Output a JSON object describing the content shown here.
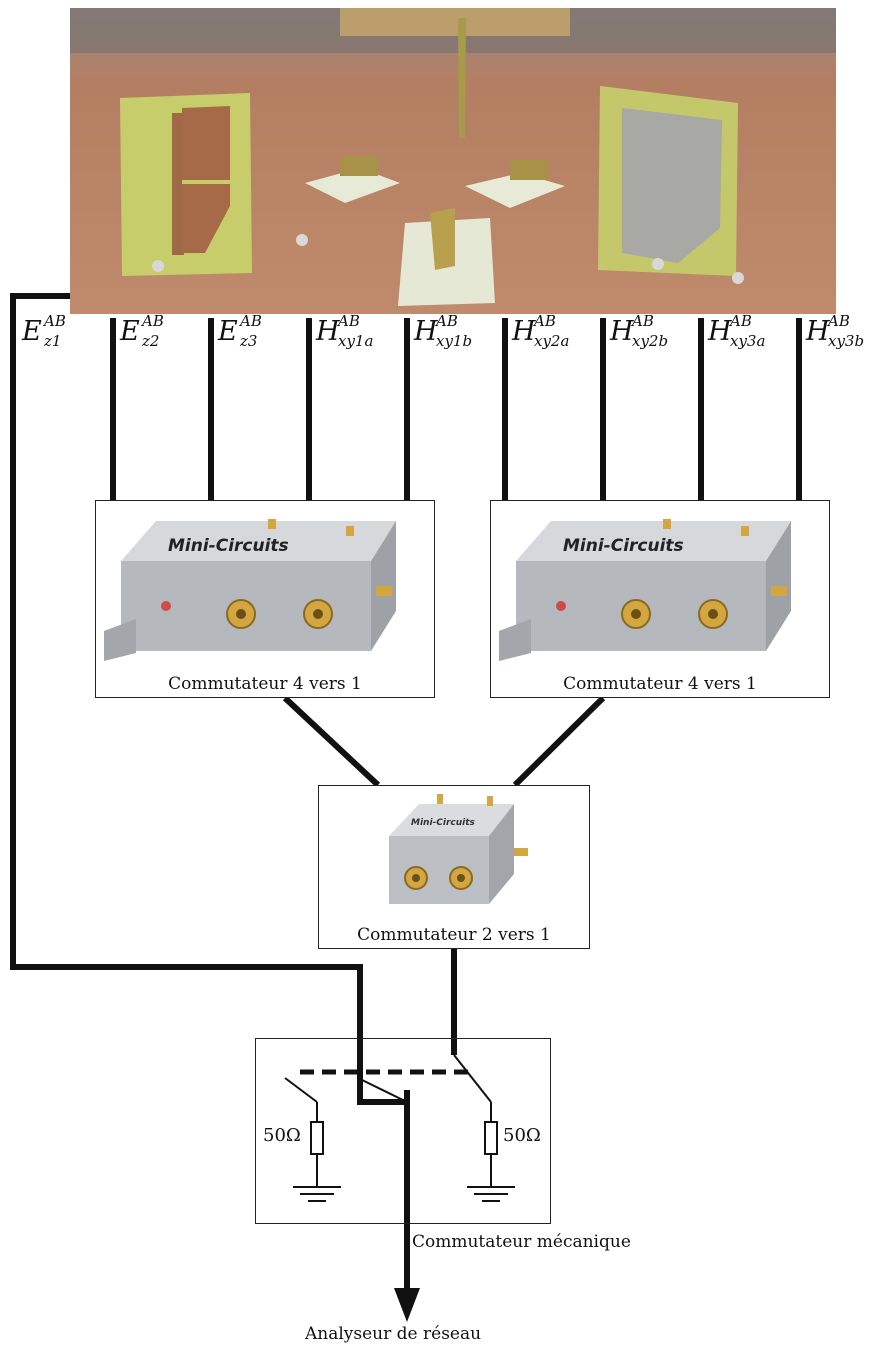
{
  "probes": [
    {
      "letter": "E",
      "sup": "AB",
      "sub": "z1"
    },
    {
      "letter": "E",
      "sup": "AB",
      "sub": "z2"
    },
    {
      "letter": "E",
      "sup": "AB",
      "sub": "z3"
    },
    {
      "letter": "H",
      "sup": "AB",
      "sub": "xy1a"
    },
    {
      "letter": "H",
      "sup": "AB",
      "sub": "xy1b"
    },
    {
      "letter": "H",
      "sup": "AB",
      "sub": "xy2a"
    },
    {
      "letter": "H",
      "sup": "AB",
      "sub": "xy2b"
    },
    {
      "letter": "H",
      "sup": "AB",
      "sub": "xy3a"
    },
    {
      "letter": "H",
      "sup": "AB",
      "sub": "xy3b"
    }
  ],
  "switch4a": {
    "label": "Commutateur 4 vers 1",
    "brand": "Mini-Circuits"
  },
  "switch4b": {
    "label": "Commutateur 4 vers 1",
    "brand": "Mini-Circuits"
  },
  "switch2": {
    "label": "Commutateur 2 vers 1",
    "brand": "Mini-Circuits"
  },
  "mech": {
    "label": "Commutateur mécanique",
    "load_left": "50Ω",
    "load_right": "50Ω"
  },
  "output": {
    "label": "Analyseur de réseau"
  },
  "colors": {
    "copper": "#b07a5c",
    "board": "#c9cf6e",
    "metal": "#b9bcc0",
    "gold": "#d4a640",
    "line": "#111111"
  }
}
